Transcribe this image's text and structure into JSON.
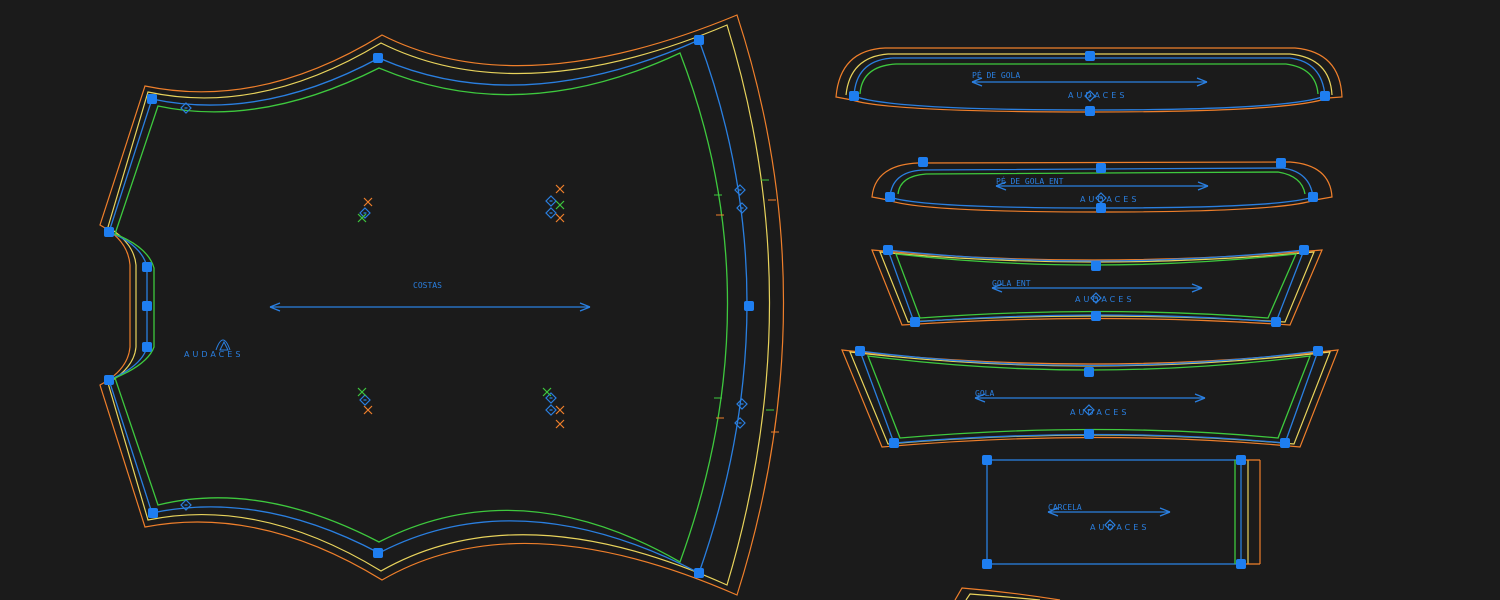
{
  "app": {
    "view": "pattern-canvas"
  },
  "colors": {
    "background": "#1b1b1b",
    "cut_line": "#ef7f2b",
    "seam_offset": "#e8d35c",
    "sew_line": "#2a7fe0",
    "inner_line": "#3ec93e",
    "node": "#1e7ef0",
    "label": "#2a7fe0",
    "marker_orange": "#ef7f2b"
  },
  "pieces": {
    "costas": {
      "label": "COSTAS",
      "brand": "AUDACES"
    },
    "pe_de_gola": {
      "label": "PÉ DE GOLA",
      "brand": "AUDACES"
    },
    "pe_de_gola_ent": {
      "label": "PÉ DE GOLA ENT",
      "brand": "AUDACES"
    },
    "gola_ent": {
      "label": "GOLA ENT",
      "brand": "AUDACES"
    },
    "gola": {
      "label": "GOLA",
      "brand": "AUDACES"
    },
    "carcela": {
      "label": "CARCELA",
      "brand": "AUDACES"
    }
  }
}
